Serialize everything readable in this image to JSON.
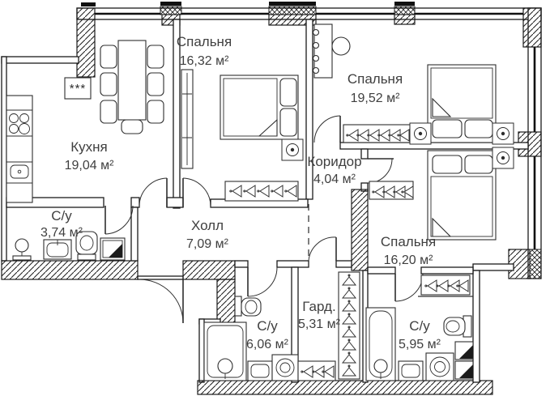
{
  "colors": {
    "wall": "#1b1b1b",
    "text": "#3f3f3f",
    "glass": "#111111",
    "background": "#ffffff"
  },
  "rooms": [
    {
      "id": "bedroom-1",
      "label": "Спальня",
      "area": "16,32 м²"
    },
    {
      "id": "bedroom-2",
      "label": "Спальня",
      "area": "19,52 м²"
    },
    {
      "id": "kitchen",
      "label": "Кухня",
      "area": "19,04 м²"
    },
    {
      "id": "corridor",
      "label": "Коридор",
      "area": "4,04 м²"
    },
    {
      "id": "hall",
      "label": "Холл",
      "area": "7,09 м²"
    },
    {
      "id": "bathroom-1",
      "label": "С/у",
      "area": "3,74 м²"
    },
    {
      "id": "bedroom-3",
      "label": "Спальня",
      "area": "16,20 м²"
    },
    {
      "id": "wardrobe",
      "label": "Гард.",
      "area": "5,31 м²"
    },
    {
      "id": "bathroom-2",
      "label": "С/у",
      "area": "6,06 м²"
    },
    {
      "id": "bathroom-3",
      "label": "С/у",
      "area": "5,95 м²"
    }
  ],
  "symbols": {
    "fridge": "***"
  }
}
